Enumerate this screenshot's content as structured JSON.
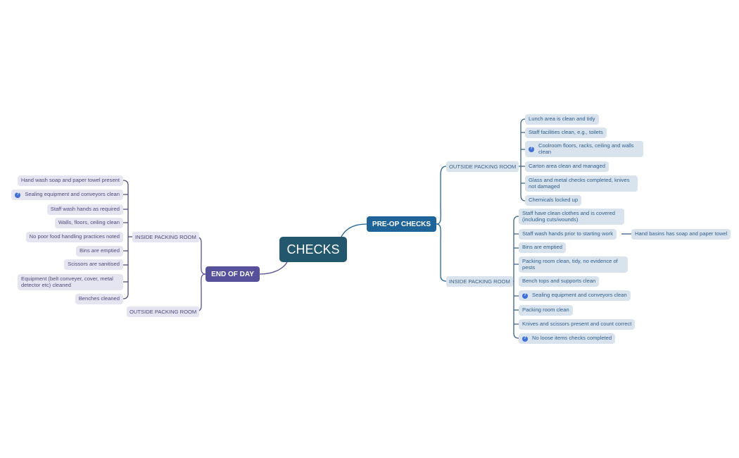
{
  "central": "CHECKS",
  "colors": {
    "central": "#22576e",
    "pre_op": "#1f6499",
    "end_of_day": "#57509b",
    "note_icon": "#3f6fd8"
  },
  "note_icon": "question-mark-icon",
  "note_glyph": "?",
  "pre_op": {
    "label": "PRE-OP CHECKS",
    "outside": {
      "label": "OUTSIDE PACKING ROOM",
      "items": [
        "Lunch area is clean and tidy",
        "Staff facilities clean, e.g., toilets",
        "Coolroom floors, racks, ceiling and walls clean",
        "Carton area clean and managed",
        "Glass and metal checks completed, knives not damaged",
        "Chemicals locked up"
      ]
    },
    "inside": {
      "label": "INSIDE PACKING ROOM",
      "items": [
        "Staff have clean clothes and is covered (including cuts/wounds)",
        "Staff wash hands prior to starting work",
        "Bins are emptied",
        "Packing room clean, tidy, no evidence of pests",
        "Bench tops and supports clean",
        "Sealing equipment and conveyors clean",
        "Packing room clean",
        "Knives and scissors present and count correct",
        "No loose items checks completed"
      ],
      "hand_wash_sub": "Hand basins has soap and paper towel"
    }
  },
  "end_of_day": {
    "label": "END OF DAY",
    "inside": {
      "label": "INSIDE PACKING ROOM",
      "items": [
        "Hand wash soap and paper towel present",
        "Sealing equipment and conveyors clean",
        "Staff wash hands as required",
        "Walls, floors, ceiling clean",
        "No poor food handling practices noted",
        "Bins are emptied",
        "Scissors are sanitised",
        "Equipment (belt conveyer, cover, metal detector etc) cleaned",
        "Benches cleaned"
      ]
    },
    "outside": {
      "label": "OUTSIDE PACKING ROOM"
    }
  }
}
